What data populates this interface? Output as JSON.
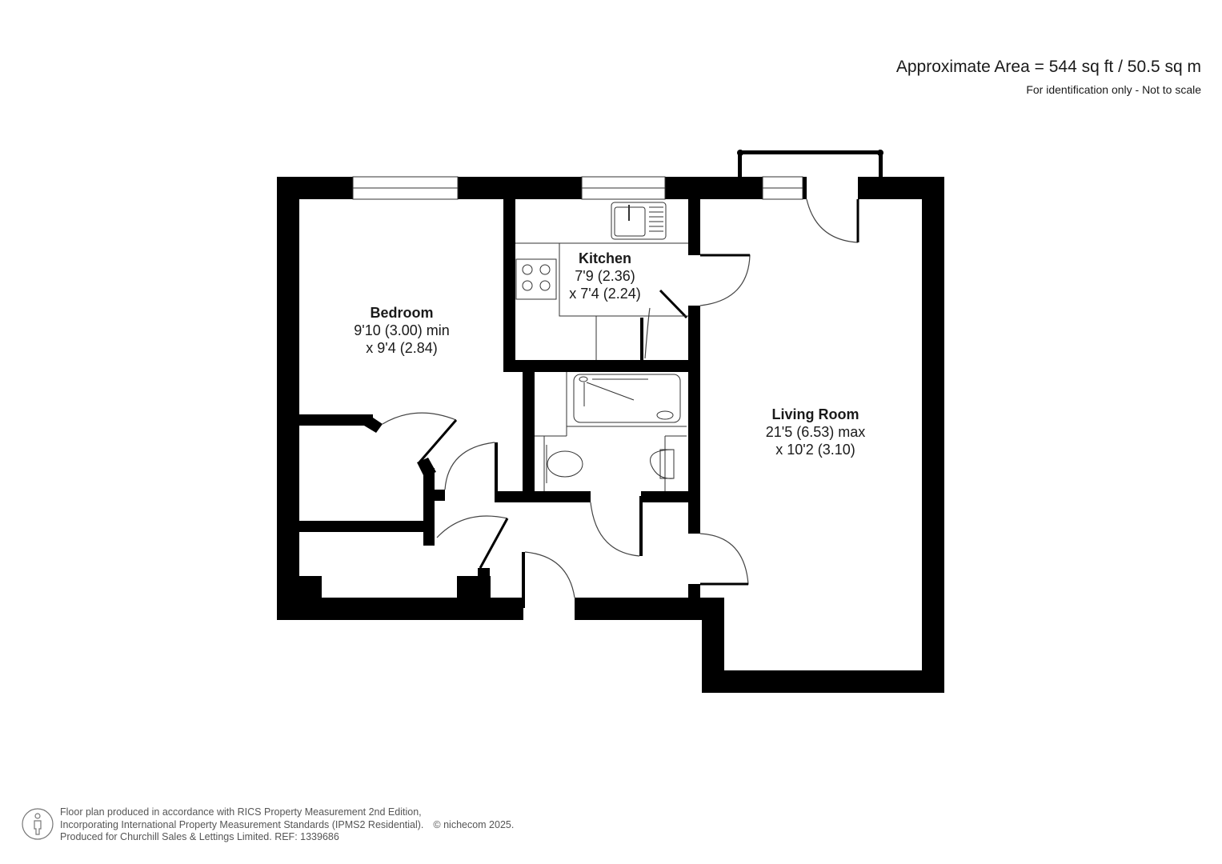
{
  "header": {
    "area": "Approximate Area = 544 sq ft / 50.5 sq m",
    "disclaimer": "For identification only - Not to scale"
  },
  "rooms": [
    {
      "name": "Bedroom",
      "dim1": "9'10 (3.00) min",
      "dim2": "x 9'4 (2.84)"
    },
    {
      "name": "Kitchen",
      "dim1": "7'9 (2.36)",
      "dim2": "x 7'4 (2.24)"
    },
    {
      "name": "Living Room",
      "dim1": "21'5 (6.53) max",
      "dim2": "x 10'2 (3.10)"
    }
  ],
  "fixtures": [
    "sink-icon",
    "hob-icon",
    "bath-icon",
    "toilet-icon",
    "basin-icon"
  ],
  "footer": {
    "icon": "person-icon",
    "line1": "Floor plan produced in accordance with RICS Property Measurement 2nd Edition,",
    "line2": "Incorporating International Property Measurement Standards (IPMS2 Residential).",
    "copyright": "© nichecom 2025.",
    "line3": "Produced for Churchill Sales & Lettings Limited.   REF: 1339686"
  },
  "colors": {
    "wall": "#000000",
    "background": "#ffffff",
    "text": "#1a1a1a",
    "footer_text": "#555555"
  }
}
